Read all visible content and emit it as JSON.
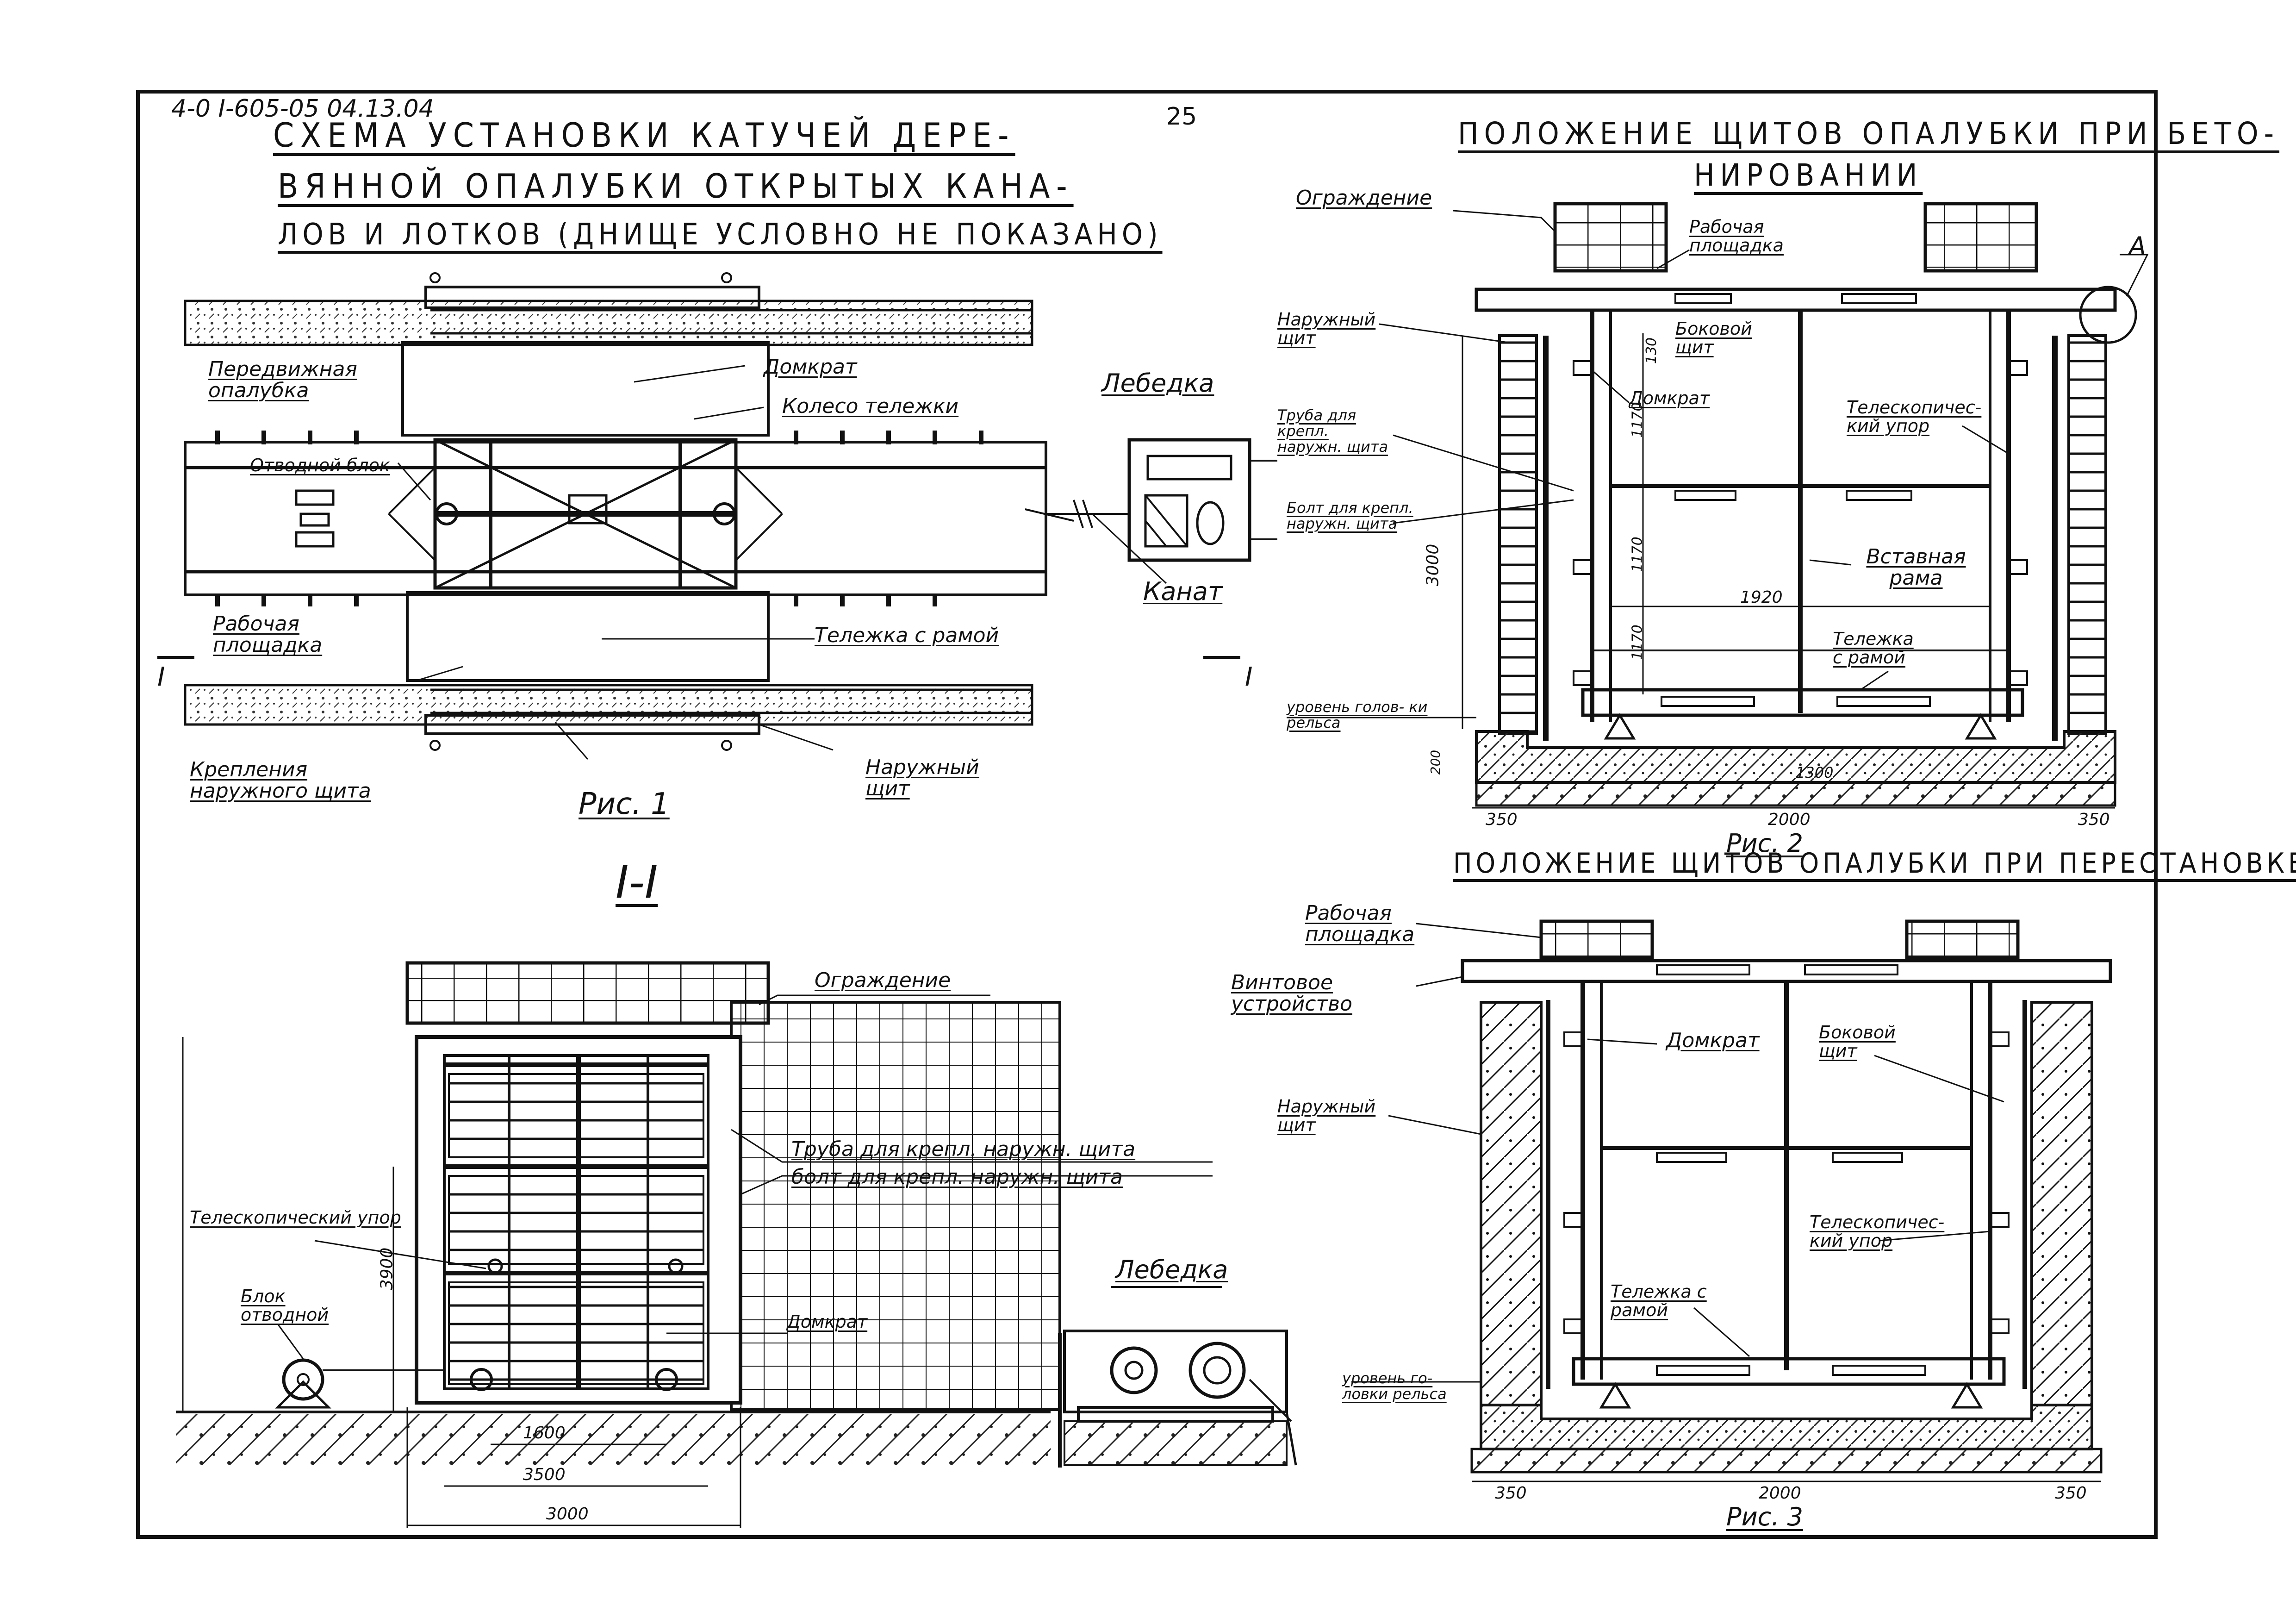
{
  "sheet": {
    "stamp": "4-0 I-605-05  04.13.04",
    "page_number": "25"
  },
  "left_title": {
    "line1": "СХЕМА УСТАНОВКИ КАТУЧЕЙ ДЕРЕ-",
    "line2": "ВЯННОЙ ОПАЛУБКИ ОТКРЫТЫХ КАНА-",
    "line3": "ЛОВ И ЛОТКОВ (ДНИЩЕ УСЛОВНО НЕ ПОКАЗАНО)"
  },
  "fig1": {
    "caption": "Рис. 1",
    "labels": {
      "mobile_formwork": "Передвижная опалубка",
      "jack": "Домкрат",
      "trolley_wheel": "Колесо тележки",
      "pulley_block": "Отводной блок",
      "work_platform": "Рабочая площадка",
      "trolley_frame": "Тележка с рамой",
      "outer_fastening": "Крепления наружного щита",
      "outer_shield": "Наружный щит",
      "winch": "Лебедка",
      "rope": "Канат",
      "section_mark": "I"
    }
  },
  "section": {
    "title": "I-I",
    "labels": {
      "fence": "Ограждение",
      "pipe": "Труба для крепл. наружн. щита",
      "bolt": "болт для крепл. наружн. щита",
      "telescopic": "Телескопический упор",
      "pulley": "Блок отводной",
      "jack": "Домкрат",
      "winch": "Лебедка"
    },
    "dims": {
      "height": "3900",
      "d1": "1600",
      "d2": "3500",
      "d3": "3000"
    }
  },
  "fig2": {
    "title_line1": "ПОЛОЖЕНИЕ ЩИТОВ ОПАЛУБКИ ПРИ БЕТО-",
    "title_line2": "НИРОВАНИИ",
    "caption": "Рис. 2",
    "labels": {
      "fence": "Ограждение",
      "platform": "Рабочая площадка",
      "detail": "А",
      "outer": "Наружный щит",
      "side": "Боковой щит",
      "jack": "Домкрат",
      "telescopic": "Телескопичес- кий упор",
      "pipe": "Труба для крепл. наружн. щита",
      "bolt": "Болт для крепл. наружн. щита",
      "insert_frame": "Вставная рама",
      "trolley": "Тележка с рамой",
      "rail_level": "уровень голов- ки рельса"
    },
    "dims": {
      "height": "3000",
      "w": "1920",
      "base": "2000",
      "left": "350",
      "right": "350",
      "v1": "1170",
      "v2": "1170",
      "v3": "1170",
      "v4": "130",
      "inner": "1300",
      "h2": "200"
    }
  },
  "fig3": {
    "title": "ПОЛОЖЕНИЕ ЩИТОВ ОПАЛУБКИ ПРИ ПЕРЕСТАНОВКЕ",
    "caption": "Рис. 3",
    "labels": {
      "platform": "Рабочая площадка",
      "screw": "Винтовое устройство",
      "jack": "Домкрат",
      "side": "Боковой щит",
      "outer": "Наружный щит",
      "telescopic": "Телескопичес- кий упор",
      "trolley": "Тележка с рамой",
      "rail_level": "уровень го- ловки рельса"
    },
    "dims": {
      "base": "2000",
      "left": "350",
      "right": "350"
    }
  }
}
